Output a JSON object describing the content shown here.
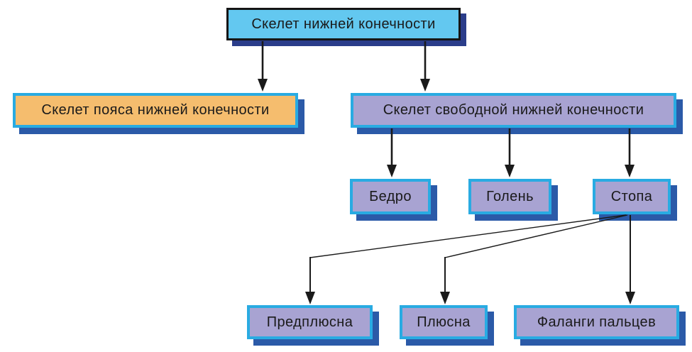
{
  "diagram": {
    "title": "Скелет нижней конечности",
    "background": "#ffffff",
    "colors": {
      "root_fill": "#63c8f0",
      "root_border": "#151515",
      "root_shadow": "#2b3d8a",
      "girdle_fill": "#f5bd6e",
      "branch_fill": "#a8a3d2",
      "box_border_cyan": "#29abe2",
      "box_shadow_blue": "#2b5aa8",
      "arrow_color": "#1a1a1a",
      "text_color": "#1a1a1a"
    },
    "nodes": {
      "root": {
        "label": "Скелет нижней конечности"
      },
      "girdle": {
        "label": "Скелет пояса нижней конечности"
      },
      "free": {
        "label": "Скелет свободной нижней конечности"
      },
      "femur": {
        "label": "Бедро"
      },
      "shin": {
        "label": "Голень"
      },
      "foot": {
        "label": "Стопа"
      },
      "tarsus": {
        "label": "Предплюсна"
      },
      "metatarsus": {
        "label": "Плюсна"
      },
      "phalanges": {
        "label": "Фаланги пальцев"
      }
    },
    "edges": [
      {
        "from": "root",
        "to": "girdle"
      },
      {
        "from": "root",
        "to": "free"
      },
      {
        "from": "free",
        "to": "femur"
      },
      {
        "from": "free",
        "to": "shin"
      },
      {
        "from": "free",
        "to": "foot"
      },
      {
        "from": "foot",
        "to": "tarsus"
      },
      {
        "from": "foot",
        "to": "metatarsus"
      },
      {
        "from": "foot",
        "to": "phalanges"
      }
    ]
  }
}
